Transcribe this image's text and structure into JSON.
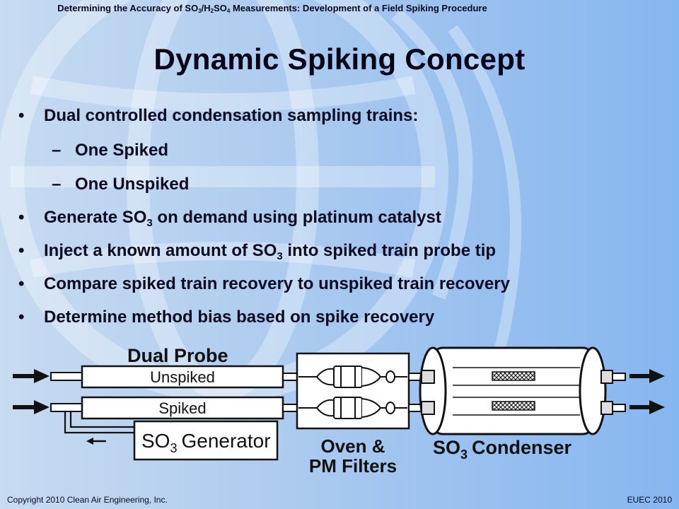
{
  "header": {
    "pre": "Determining the Accuracy of SO",
    "sub1": "3",
    "mid1": "/H",
    "sub2": "2",
    "mid2": "SO",
    "sub3": "4",
    "post": " Measurements: Development of a Field Spiking Procedure"
  },
  "title": "Dynamic Spiking Concept",
  "bullets": {
    "b1": "Dual controlled condensation sampling trains:",
    "b1a": "One Spiked",
    "b1b": "One Unspiked",
    "b2_pre": "Generate SO",
    "b2_sub": "3",
    "b2_post": " on demand using platinum catalyst",
    "b3_pre": "Inject a known amount of SO",
    "b3_sub": "3",
    "b3_post": " into spiked train probe tip",
    "b4": "Compare spiked train recovery to unspiked train recovery",
    "b5": "Determine method bias based on spike recovery",
    "dot": "•",
    "dash": "–"
  },
  "diagram": {
    "probe_title": "Dual Probe",
    "unspiked_label": "Unspiked",
    "spiked_label": "Spiked",
    "generator_pre": "SO",
    "generator_sub": "3",
    "generator_post": "Generator",
    "oven_line1": "Oven &",
    "oven_line2": "PM Filters",
    "condenser_pre": "SO",
    "condenser_sub": "3",
    "condenser_post": "Condenser"
  },
  "footer": {
    "copyright": "Copyright 2010 Clean Air Engineering, Inc.",
    "event": "EUEC 2010"
  },
  "colors": {
    "background_left": "#c7dbf1",
    "background_right": "#86b6f0",
    "text": "#0b0b22"
  }
}
